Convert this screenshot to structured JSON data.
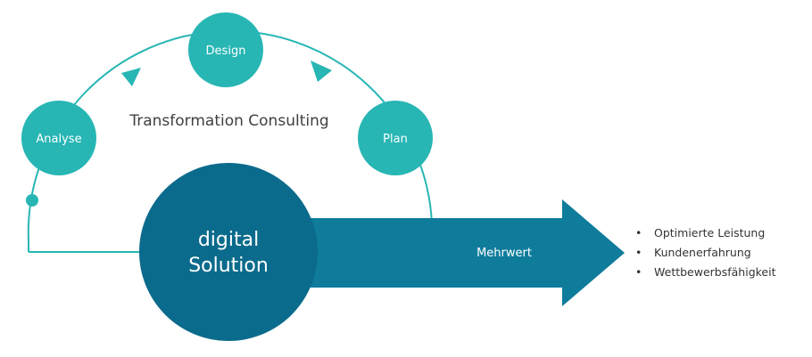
{
  "colors": {
    "teal": "#27b6b4",
    "dark_teal": "#0b6b8c",
    "arrow_blue": "#0f7c9c",
    "text_dark": "#404040"
  },
  "cycle": {
    "title": "Transformation Consulting",
    "nodes": [
      {
        "id": "analyse",
        "label": "Analyse"
      },
      {
        "id": "design",
        "label": "Design"
      },
      {
        "id": "plan",
        "label": "Plan"
      }
    ]
  },
  "core": {
    "line1": "digital",
    "line2": "Solution"
  },
  "arrow": {
    "label": "Mehrwert"
  },
  "benefits": [
    "Optimierte Leistung",
    "Kundenerfahrung",
    "Wettbewerbsfähigkeit"
  ]
}
